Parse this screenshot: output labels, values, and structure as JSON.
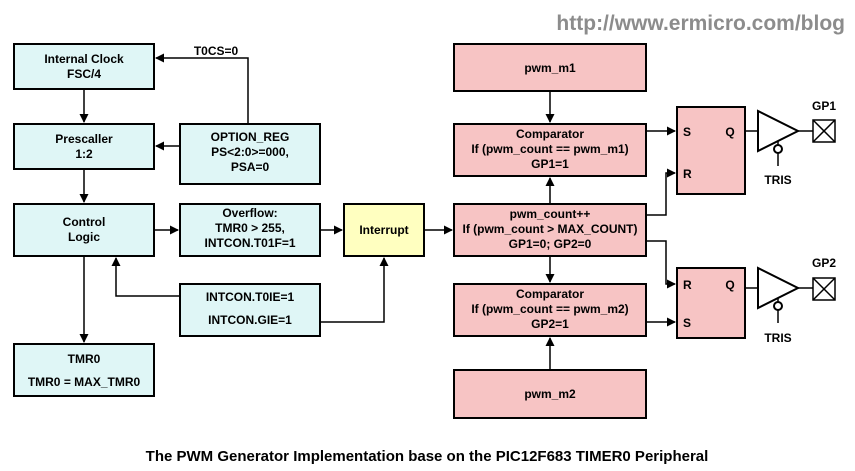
{
  "header": {
    "url": "http://www.ermicro.com/blog"
  },
  "caption": "The PWM Generator Implementation base on the PIC12F683 TIMER0 Peripheral",
  "colors": {
    "left_blocks": "#dff6f6",
    "pwm_blocks": "#f7c4c4",
    "interrupt": "#ffffc0"
  },
  "blocks": {
    "internal_clock": {
      "line1": "Internal Clock",
      "line2": "FSC/4"
    },
    "prescaller": {
      "line1": "Prescaller",
      "line2": "1:2"
    },
    "control_logic": {
      "line1": "Control",
      "line2": "Logic"
    },
    "tmr0": {
      "line1": "TMR0",
      "line2": "TMR0 = MAX_TMR0"
    },
    "option_reg": {
      "line1": "OPTION_REG",
      "line2": "PS<2:0>=000,",
      "line3": "PSA=0"
    },
    "overflow": {
      "line1": "Overflow:",
      "line2": "TMR0 > 255,",
      "line3": "INTCON.T01F=1"
    },
    "intcon": {
      "line1": "INTCON.T0IE=1",
      "line2": "INTCON.GIE=1"
    },
    "interrupt": {
      "label": "Interrupt"
    },
    "pwm_m1": {
      "label": "pwm_m1"
    },
    "comparator1": {
      "line1": "Comparator",
      "line2": "If (pwm_count == pwm_m1)",
      "line3": "GP1=1"
    },
    "counter": {
      "line1": "pwm_count++",
      "line2": "If (pwm_count > MAX_COUNT)",
      "line3": "GP1=0; GP2=0"
    },
    "comparator2": {
      "line1": "Comparator",
      "line2": "If (pwm_count == pwm_m2)",
      "line3": "GP2=1"
    },
    "pwm_m2": {
      "label": "pwm_m2"
    }
  },
  "labels": {
    "t0cs": "T0CS=0"
  },
  "flipflops": {
    "ff1": {
      "s": "S",
      "r": "R",
      "q": "Q"
    },
    "ff2": {
      "s": "S",
      "r": "R",
      "q": "Q"
    }
  },
  "outputs": {
    "gp1": {
      "pin": "GP1",
      "tris": "TRIS"
    },
    "gp2": {
      "pin": "GP2",
      "tris": "TRIS"
    }
  }
}
